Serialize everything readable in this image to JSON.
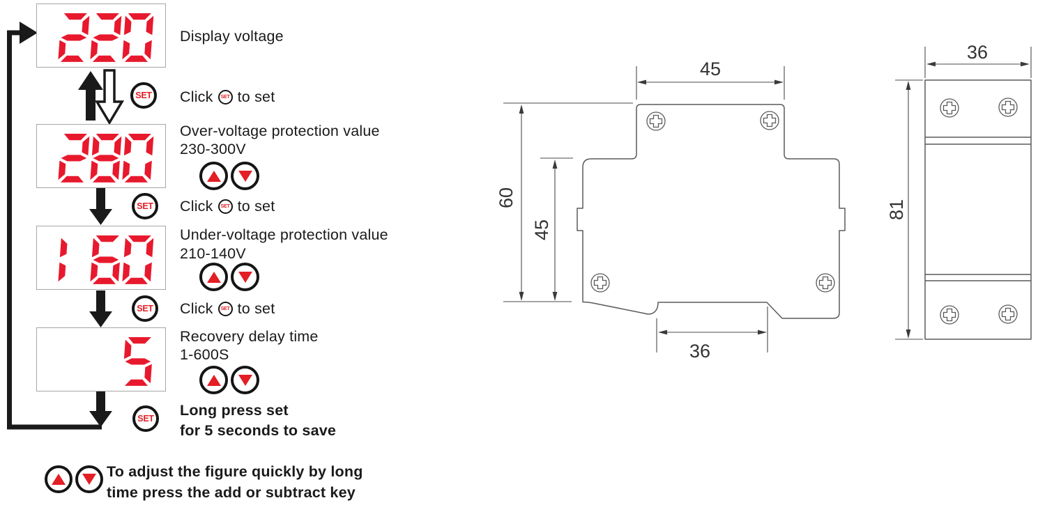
{
  "colors": {
    "digit_red": "#e8192d",
    "accent_red": "#e31e25",
    "line_gray": "#5a5a5a",
    "ink": "#1a1a1a"
  },
  "flow": {
    "set_label": "SET",
    "steps": [
      {
        "display": "220",
        "label": "Display voltage",
        "range": ""
      },
      {
        "display": "280",
        "label": "Over-voltage protection value",
        "range": "230-300V"
      },
      {
        "display": "160",
        "label": "Under-voltage protection value",
        "range": "210-140V"
      },
      {
        "display": "5",
        "label": "Recovery delay time",
        "range": "1-600S"
      }
    ],
    "click_step": {
      "before": "Click",
      "after": "to set"
    },
    "save_step": {
      "line1": "Long press set",
      "line2": "for 5 seconds to save"
    },
    "note": {
      "line1": "To adjust the figure quickly by long",
      "line2": "time press the add or subtract key"
    }
  },
  "drawings": {
    "front": {
      "top_width": "45",
      "total_height": "60",
      "body_height": "45",
      "rail_width": "36"
    },
    "side": {
      "width": "36",
      "height": "81"
    }
  }
}
